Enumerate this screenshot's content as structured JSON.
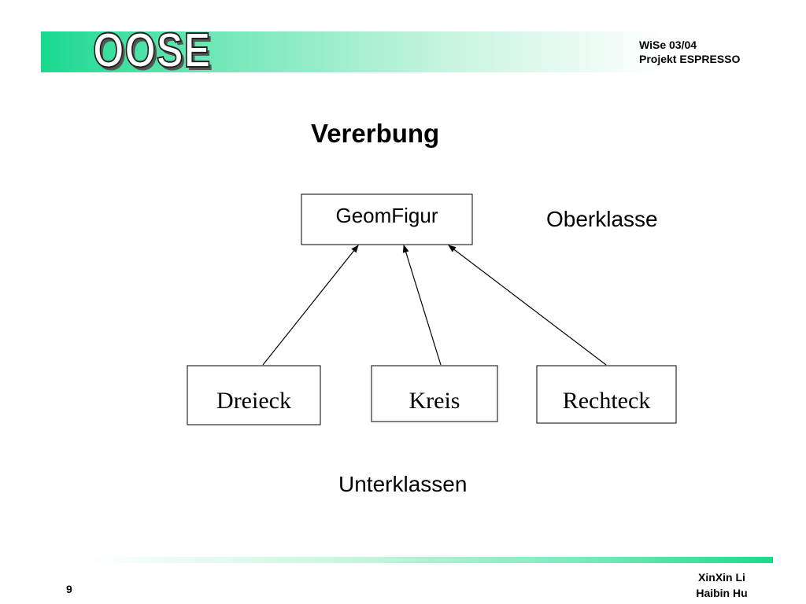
{
  "header": {
    "logo_text": "OOSE",
    "semester": "WiSe 03/04",
    "project": "Projekt ESPRESSO"
  },
  "slide": {
    "title": "Vererbung"
  },
  "diagram": {
    "superclass": {
      "label": "GeomFigur",
      "note": "Oberklasse"
    },
    "subclasses": [
      {
        "label": "Dreieck"
      },
      {
        "label": "Kreis"
      },
      {
        "label": "Rechteck"
      }
    ],
    "subclasses_note": "Unterklassen"
  },
  "footer": {
    "page_number": "9",
    "authors": [
      "XinXin Li",
      "Haibin Hu"
    ]
  },
  "colors": {
    "accent_green": "#19d98f",
    "box_border": "#000000"
  }
}
